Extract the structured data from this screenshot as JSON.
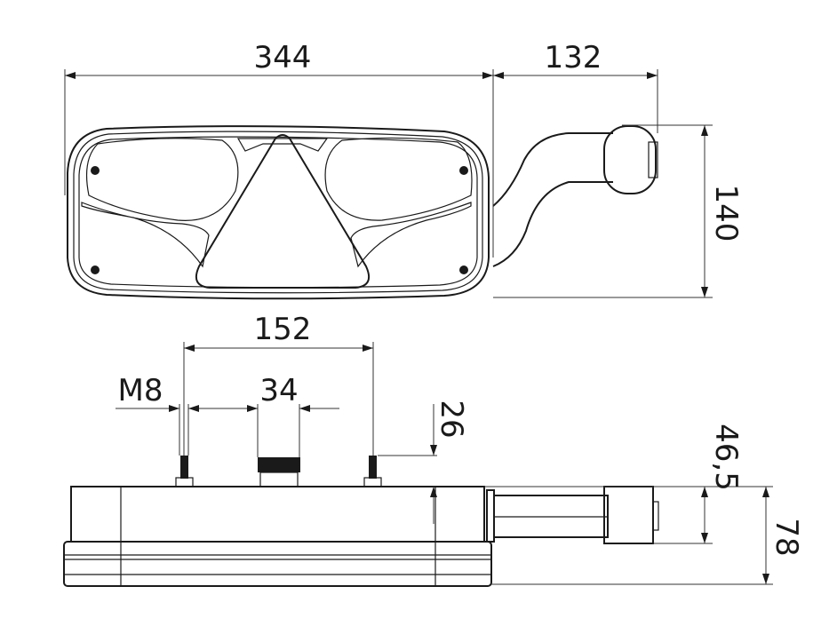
{
  "dimensions": {
    "overall_length": "344",
    "bracket_length": "132",
    "height": "140",
    "bolt_spacing": "152",
    "thread": "M8",
    "connector_width": "34",
    "bolt_length": "26",
    "bracket_depth": "46,5",
    "total_depth": "78"
  }
}
